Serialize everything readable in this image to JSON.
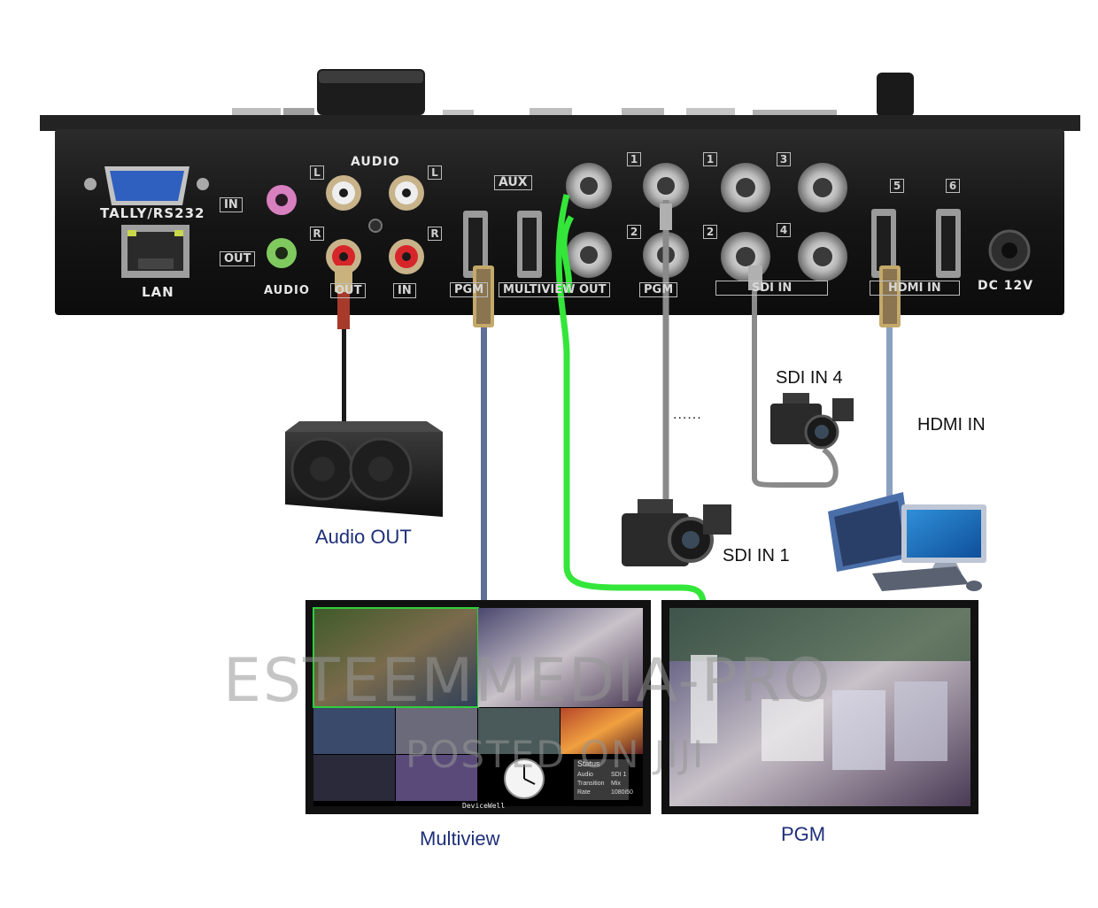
{
  "panel": {
    "tally_label": "TALLY/RS232",
    "lan_label": "LAN",
    "in_label": "IN",
    "out_label": "OUT",
    "audio_label": "AUDIO",
    "audio_top_label": "AUDIO",
    "audio_l_label": "L",
    "audio_r_label": "R",
    "audio_l2_label": "L",
    "audio_r2_label": "R",
    "audio_out_label": "OUT",
    "audio_in_label": "IN",
    "aux_label": "AUX",
    "pgm_label": "PGM",
    "multiview_out_label": "MULTIVIEW OUT",
    "pgm2_label": "PGM",
    "sdi_in_label": "SDI IN",
    "hdmi_in_label": "HDMI IN",
    "dc_label": "DC 12V",
    "num_1a": "1",
    "num_2a": "2",
    "num_1b": "1",
    "num_2b": "2",
    "num_3": "3",
    "num_4": "4",
    "num_5": "5",
    "num_6": "6"
  },
  "labels": {
    "audio_out": "Audio OUT",
    "sdi_in_4": "SDI IN 4",
    "hdmi_in": "HDMI IN",
    "sdi_in_1": "SDI IN 1",
    "multiview": "Multiview",
    "pgm": "PGM",
    "dots": "......"
  },
  "watermark": {
    "main": "ESTEEMMEDIA-PRO",
    "sub": "POSTED ON JIJI"
  },
  "multiview_screen": {
    "status_title": "Status",
    "brand": "DeviceWell",
    "status_rows": [
      [
        "Audio",
        "SDI 1"
      ],
      [
        "Transition",
        "Mix"
      ],
      [
        "Rate",
        "1080i50"
      ]
    ]
  },
  "colors": {
    "panel": "#1a1a1a",
    "cable_green": "#33e639",
    "cable_blue": "#5f6f97",
    "cable_gray": "#8a8a8a",
    "label_blue": "#1e2f78"
  }
}
